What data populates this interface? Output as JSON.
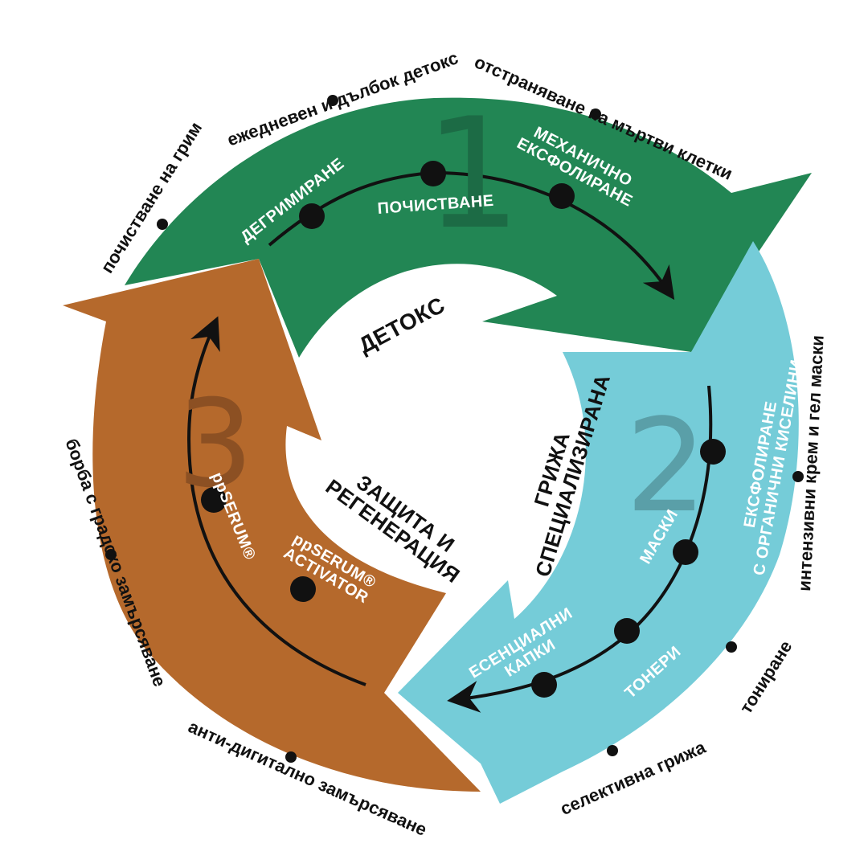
{
  "colors": {
    "detox": "#228654",
    "detox_num": "#1c6b45",
    "care": "#75ccd8",
    "care_num": "#5a9fa8",
    "protect": "#b5692c",
    "protect_num": "#8c5023",
    "dot": "#111111"
  },
  "stages": [
    {
      "number": "1",
      "title": "ДЕТОКС",
      "steps": [
        "ДЕГРИМИРАНЕ",
        "ПОЧИСТВАНЕ",
        "МЕХАНИЧНО\nЕКСФОЛИРАНЕ"
      ],
      "outer_labels": [
        "почистване на грим",
        "ежедневен и дълбок детокс",
        "отстраняване на мъртви клетки"
      ]
    },
    {
      "number": "2",
      "title": "ГРИЖА\nСПЕЦИАЛИЗИРАНА",
      "steps": [
        "ЕКСФОЛИРАНЕ\nС ОРГАНИЧНИ КИСЕЛИНИ",
        "МАСКИ",
        "ТОНЕРИ",
        "ЕСЕНЦИАЛНИ\nКАПКИ"
      ],
      "outer_labels": [
        "интензивни крем и гел маски",
        "тониране",
        "селективна грижа"
      ]
    },
    {
      "number": "3",
      "title": "ЗАЩИТА И\nРЕГЕНЕРАЦИЯ",
      "steps": [
        "ppSERUM®\nACTIVATOR",
        "ppSERUM®"
      ],
      "outer_labels": [
        "анти-дигитално замърсяване",
        "борба с градско замърсяване"
      ]
    }
  ]
}
